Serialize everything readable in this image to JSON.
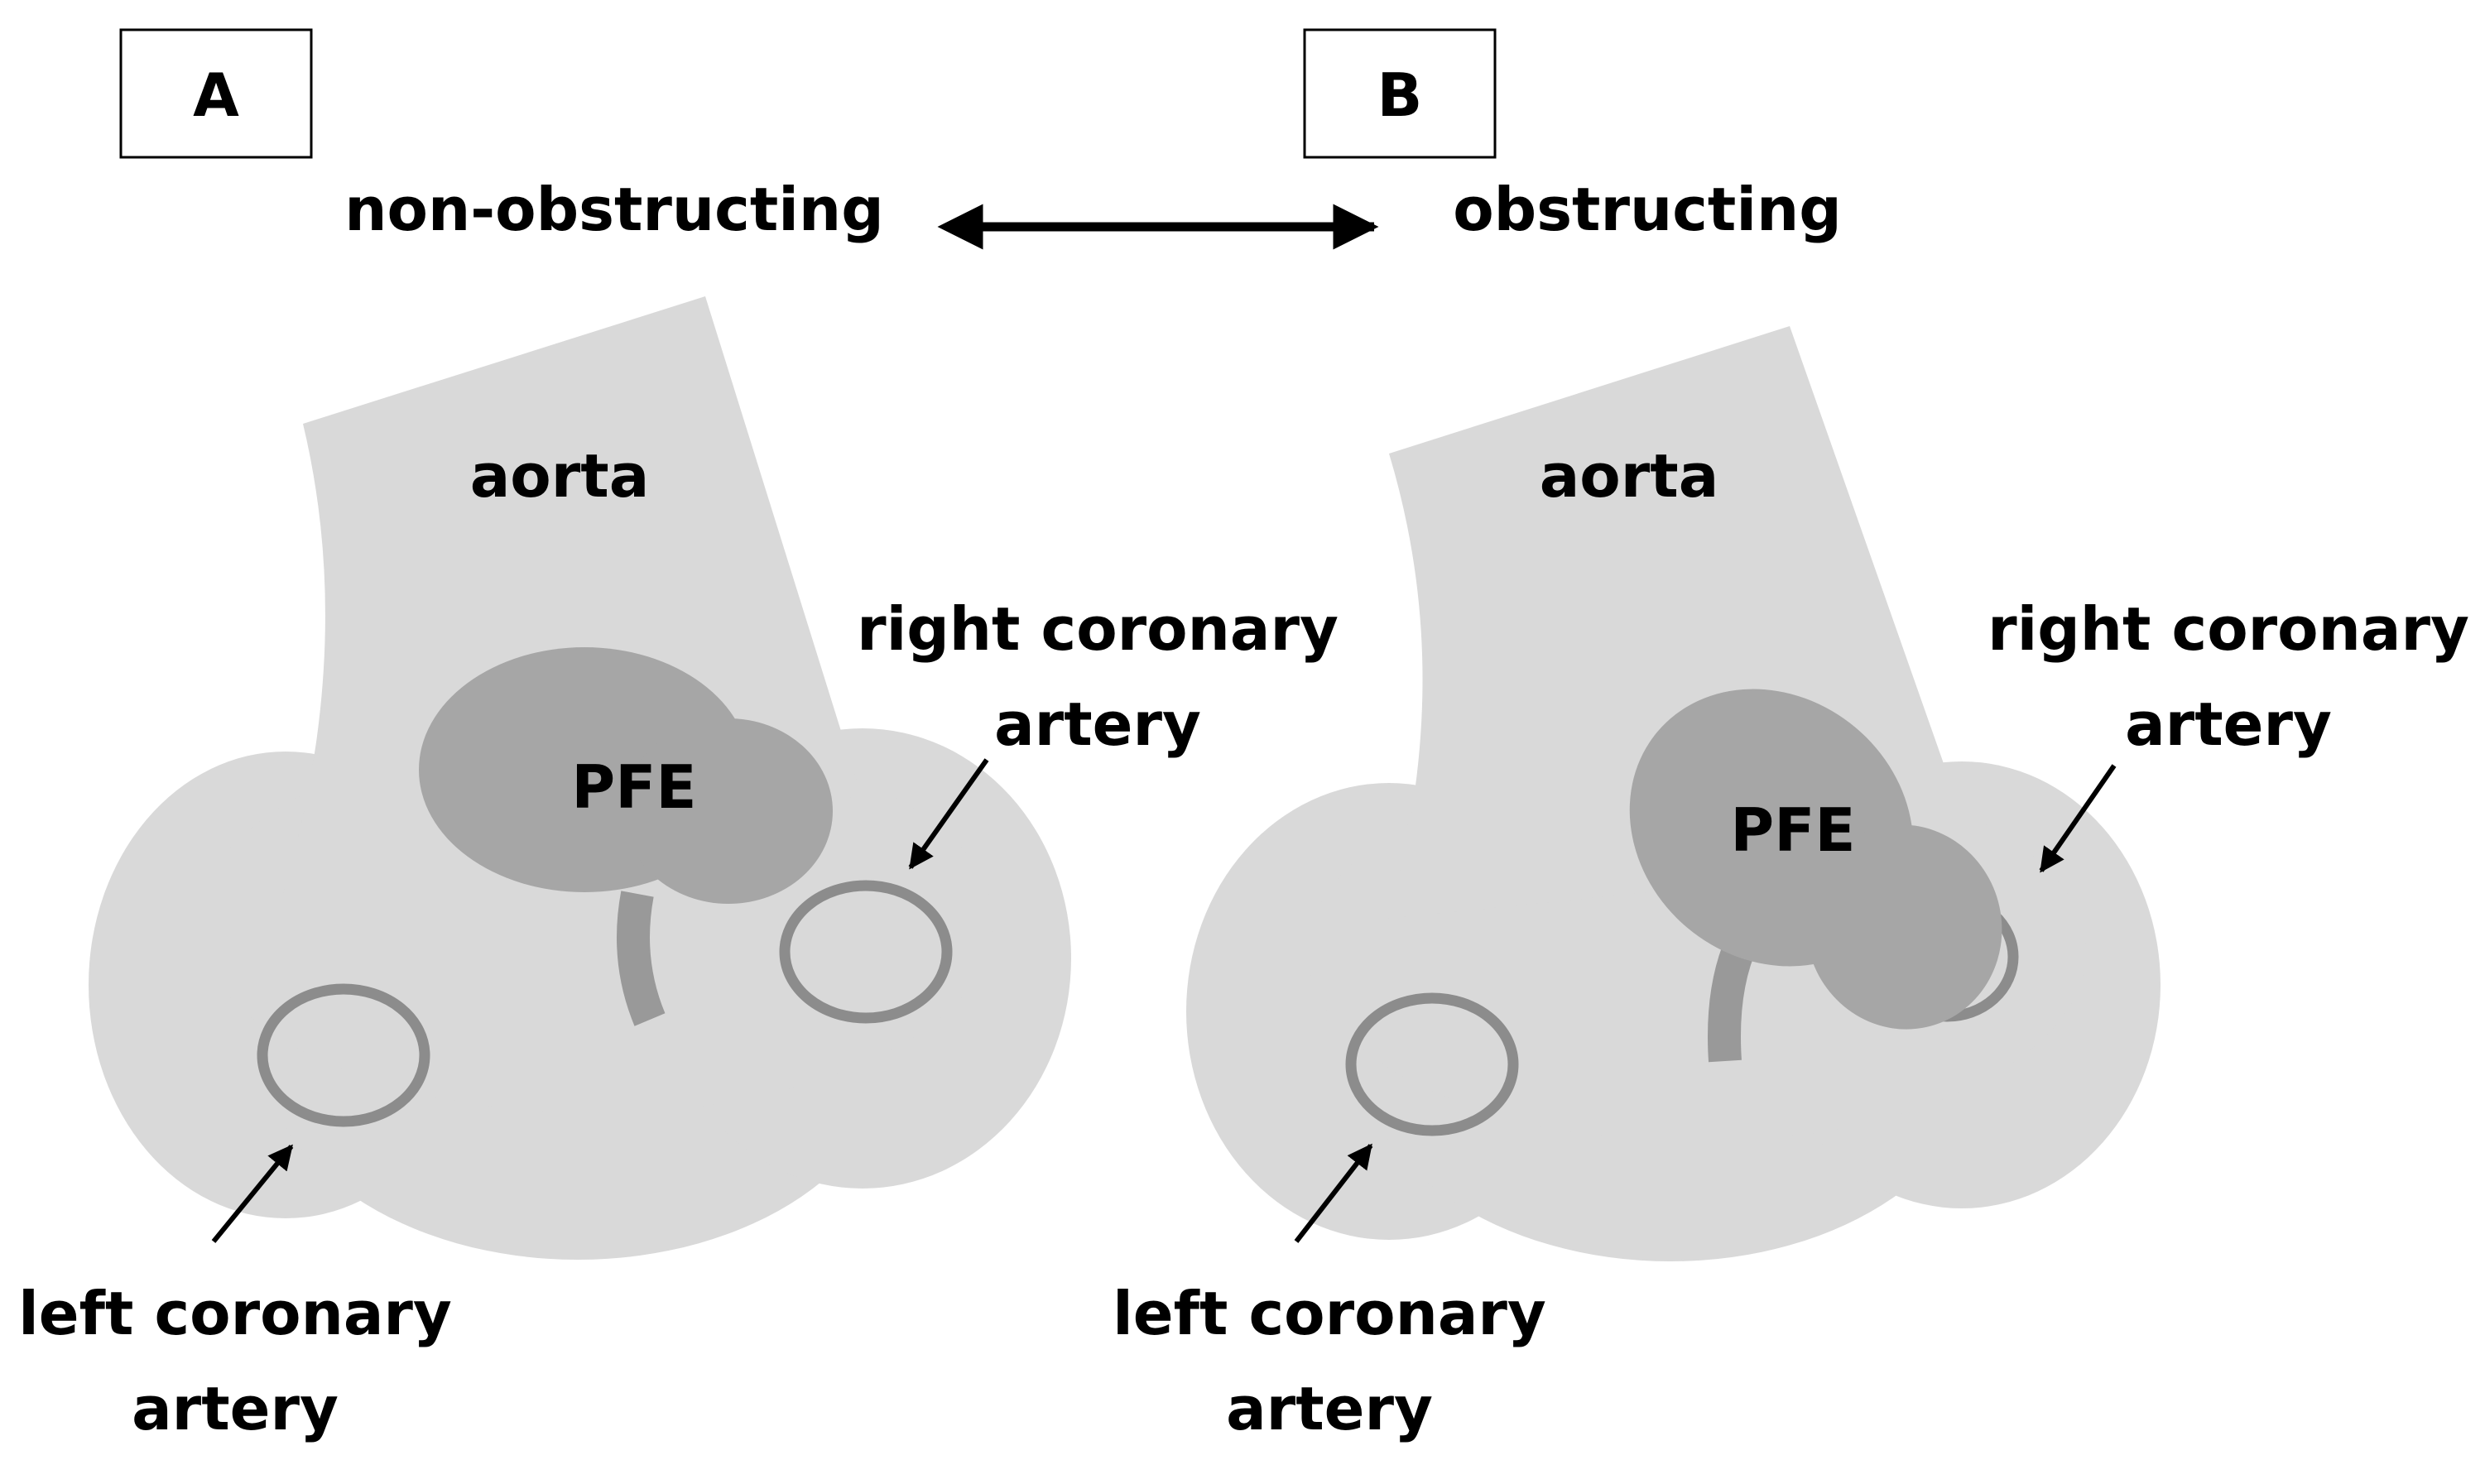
{
  "panels": {
    "a": {
      "letter": "A",
      "state": "non-obstructing",
      "aorta": "aorta",
      "pfe": "PFE",
      "right_coronary": [
        "right coronary",
        "artery"
      ],
      "left_coronary": [
        "left coronary",
        "artery"
      ]
    },
    "b": {
      "letter": "B",
      "state": "obstructing",
      "aorta": "aorta",
      "pfe": "PFE",
      "right_coronary": [
        "right coronary",
        "artery"
      ],
      "left_coronary": [
        "left coronary",
        "artery"
      ]
    }
  },
  "colors": {
    "aorta_fill": "#d9d9d9",
    "pfe_fill": "#a6a6a6",
    "artery_ring": "#8c8c8c",
    "stalk": "#999999",
    "text": "#000000"
  }
}
